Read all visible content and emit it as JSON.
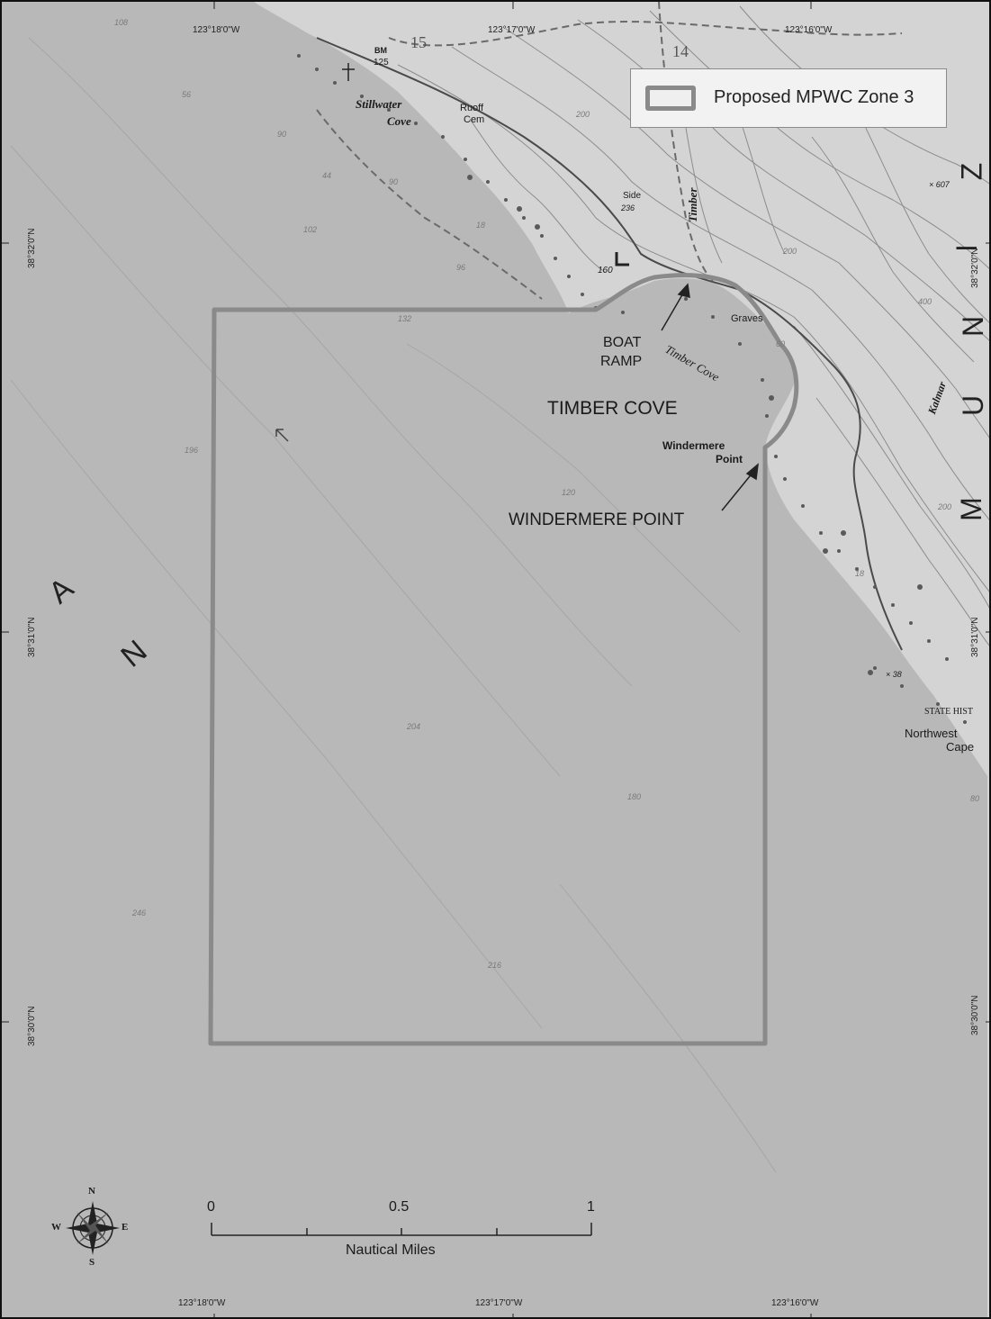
{
  "legend": {
    "label": "Proposed MPWC Zone 3",
    "swatch_color": "#8a8a8a"
  },
  "labels": {
    "boat_ramp_line1": "BOAT",
    "boat_ramp_line2": "RAMP",
    "timber_cove_caps": "TIMBER COVE",
    "windermere_point_caps": "WINDERMERE POINT",
    "windermere_small_line1": "Windermere",
    "windermere_small_line2": "Point",
    "timber_cove_ital": "Timber Cove",
    "stillwater_line1": "Stillwater",
    "stillwater_line2": "Cove",
    "ruoff_line1": "Ruoff",
    "ruoff_line2": "Cem",
    "timber_creek": "Timber",
    "graves": "Graves",
    "kalmar": "Kalmar",
    "side": "Side",
    "side_elev": "236",
    "bm": "BM",
    "bm_elev": "125",
    "point_elev_160": "160",
    "spot_607": "× 607",
    "spot_38": "× 38",
    "state_hist": "STATE HIST",
    "northwest_line1": "Northwest",
    "northwest_line2": "Cape",
    "section_15": "15",
    "section_14": "14"
  },
  "ocean_letters": [
    "A",
    "N"
  ],
  "land_letters": [
    "Z",
    "I",
    "N",
    "U",
    "M"
  ],
  "coords": {
    "top": [
      "123°18'0\"W",
      "123°17'0\"W",
      "123°16'0\"W"
    ],
    "bottom": [
      "123°18'0\"W",
      "123°17'0\"W",
      "123°16'0\"W"
    ],
    "left": [
      "38°32'0\"N",
      "38°31'0\"N",
      "38°30'0\"N"
    ],
    "right": [
      "38°32'0\"N",
      "38°31'0\"N",
      "38°30'0\"N"
    ]
  },
  "depths": [
    "108",
    "56",
    "90",
    "44",
    "90",
    "102",
    "96",
    "132",
    "196",
    "120",
    "204",
    "180",
    "246",
    "216",
    "18",
    "18",
    "80",
    "60",
    "400",
    "200",
    "200",
    "200"
  ],
  "scale_bar": {
    "ticks": [
      "0",
      "0.5",
      "1"
    ],
    "unit": "Nautical Miles"
  },
  "compass": {
    "n": "N",
    "s": "S",
    "e": "E",
    "w": "W"
  },
  "colors": {
    "ocean": "#b8b8b8",
    "land": "#d4d4d4",
    "zone_outline": "#8a8a8a",
    "shore": "#6a6a6a"
  }
}
